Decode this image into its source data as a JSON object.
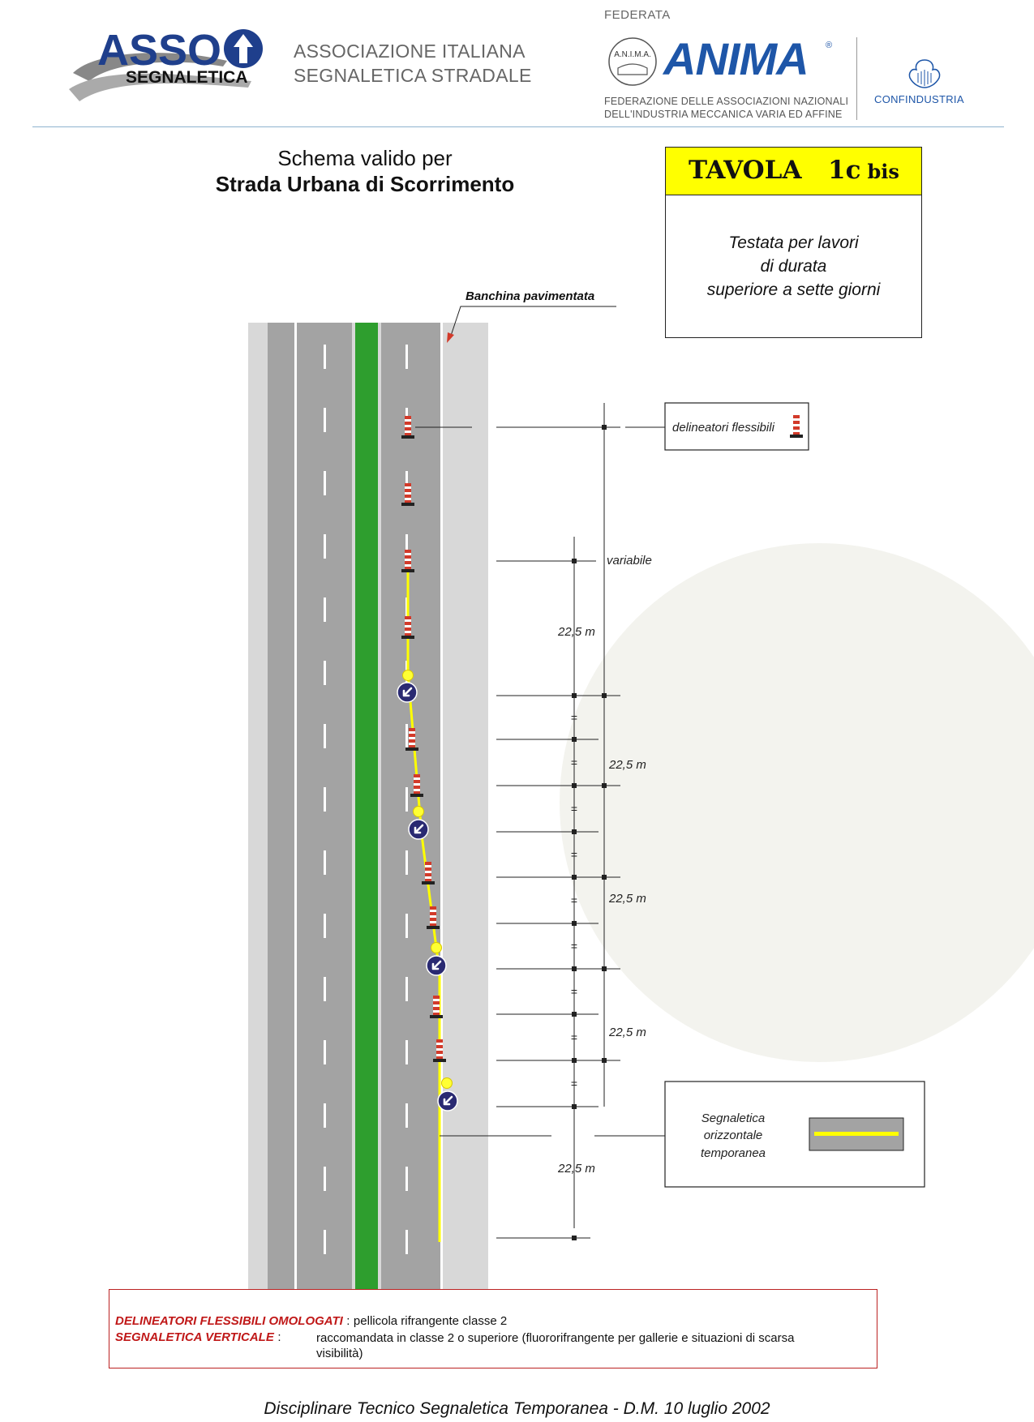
{
  "header": {
    "asso_logo": {
      "word": "ASSO",
      "sub": "SEGNALETICA"
    },
    "association_name": [
      "ASSOCIAZIONE ITALIANA",
      "SEGNALETICA STRADALE"
    ],
    "federata": "FEDERATA",
    "anima_badge": "A.N.I.M.A.",
    "anima_word": "ANIMA",
    "anima_reg": "®",
    "anima_sub": [
      "FEDERAZIONE DELLE ASSOCIAZIONI NAZIONALI",
      "DELL'INDUSTRIA MECCANICA VARIA ED AFFINE"
    ],
    "confindustria": "CONFINDUSTRIA",
    "colors": {
      "asso_blue": "#1f3f8c",
      "anima_blue": "#1e56a8"
    }
  },
  "schema": {
    "line1": "Schema valido per",
    "line2": "Strada Urbana di Scorrimento"
  },
  "tavola": {
    "word": "TAVOLA",
    "number": "1c",
    "suffix": "bis",
    "description": [
      "Testata per lavori",
      "di durata",
      "superiore a sette giorni"
    ],
    "header_color": "#ffff00"
  },
  "diagram": {
    "banchina_label": "Banchina pavimentata",
    "delineatori_label": "delineatori flessibili",
    "variabile_label": "variabile",
    "distance_label": "22,5 m",
    "equal_mark": "=",
    "segnaletica_label": [
      "Segnaletica",
      "orizzontale",
      "temporanea"
    ],
    "colors": {
      "road": "#a3a3a3",
      "shoulder": "#d8d8d8",
      "median": "#2e9e2e",
      "temp_line": "#ffff00",
      "sign": "#2a2a72"
    },
    "icons": [
      "delineator-icon",
      "warning-light-icon",
      "keep-left-sign-icon"
    ]
  },
  "legend": {
    "delineatori_title": "DELINEATORI FLESSIBILI OMOLOGATI",
    "delineatori_sep": ":",
    "delineatori_text": "pellicola rifrangente classe 2",
    "verticale_title": "SEGNALETICA VERTICALE",
    "verticale_sep": ":",
    "verticale_text": [
      "raccomandata in classe 2 o superiore (fluororifrangente per gallerie e situazioni di scarsa",
      "visibilità)"
    ]
  },
  "footer": "Disciplinare Tecnico Segnaletica Temporanea - D.M.  10 luglio 2002"
}
